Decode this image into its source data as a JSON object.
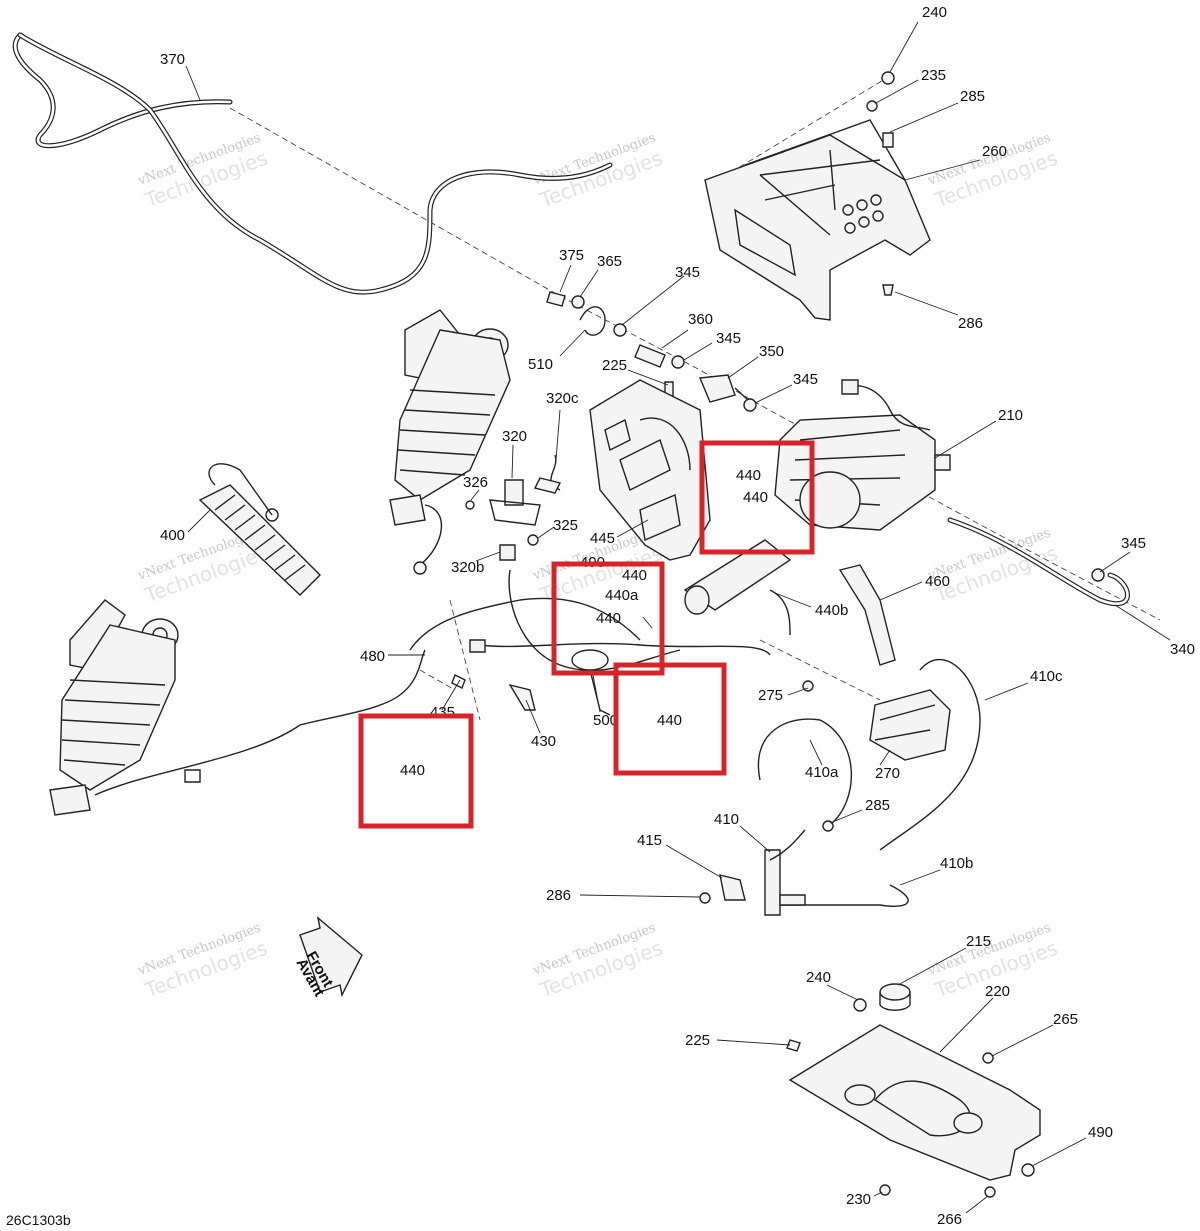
{
  "doc_id": "26C1303b",
  "front_arrow": {
    "line1": "Front",
    "line2": "Avant"
  },
  "watermark": {
    "line1": "vNext Technologies",
    "line2": "Technologies"
  },
  "highlight_label": "440",
  "callouts": [
    "240",
    "235",
    "285",
    "260",
    "286",
    "370",
    "375",
    "365",
    "345",
    "360",
    "345",
    "350",
    "345",
    "510",
    "225",
    "320c",
    "320",
    "326",
    "325",
    "320b",
    "445",
    "210",
    "440",
    "400",
    "490",
    "440a",
    "440b",
    "460",
    "345",
    "340",
    "480",
    "435",
    "430",
    "500",
    "440",
    "275",
    "410c",
    "270",
    "410a",
    "285",
    "410",
    "415",
    "286",
    "410b",
    "215",
    "240",
    "220",
    "225",
    "265",
    "490",
    "230",
    "266"
  ]
}
